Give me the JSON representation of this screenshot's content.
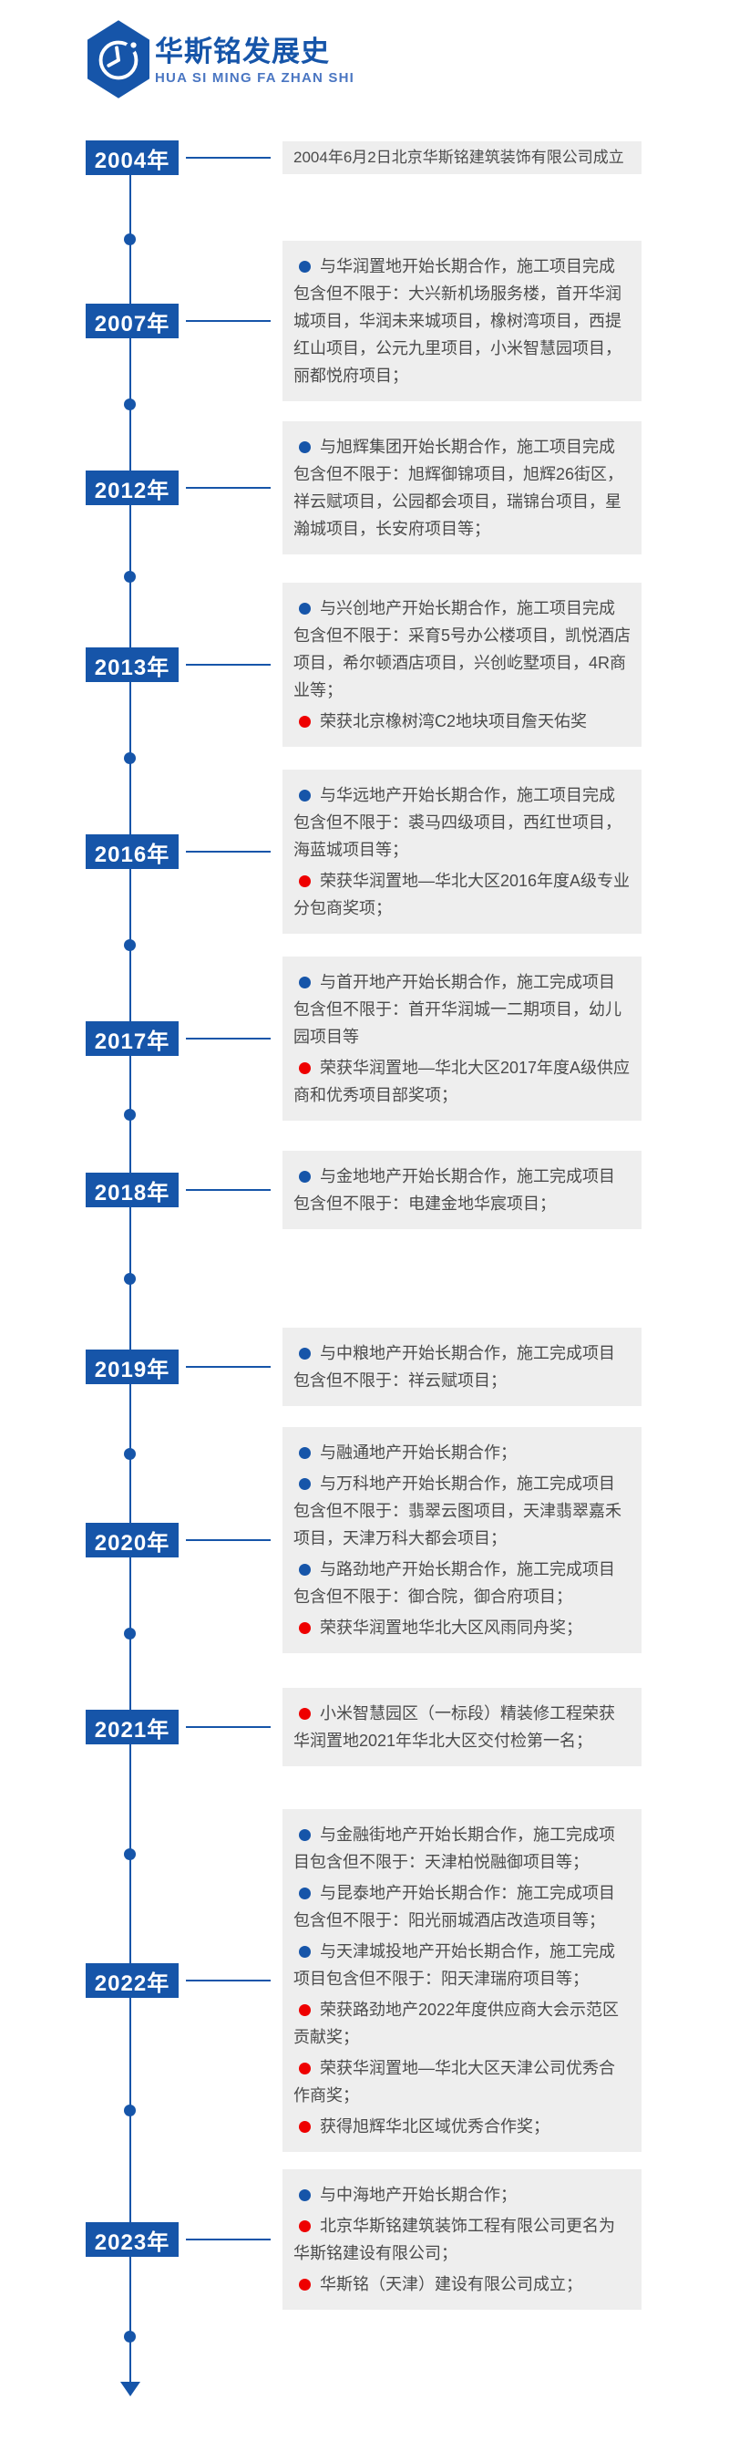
{
  "header": {
    "logo_icon": "clock-hexagon-icon",
    "title": "华斯铭发展史",
    "subtitle": "HUA SI MING FA ZHAN SHI"
  },
  "colors": {
    "primary_blue": "#1655a9",
    "accent_red": "#ee0000",
    "block_background": "#eeeeee",
    "body_text": "#4b4b4b"
  },
  "timeline": {
    "entries": [
      {
        "year": "2004年",
        "items": [
          {
            "bullet": "none",
            "text": "2004年6月2日北京华斯铭建筑装饰有限公司成立"
          }
        ]
      },
      {
        "year": "2007年",
        "items": [
          {
            "bullet": "blue",
            "text": "与华润置地开始长期合作，施工项目完成包含但不限于：大兴新机场服务楼，首开华润城项目，华润未来城项目，橡树湾项目，西提红山项目，公元九里项目，小米智慧园项目，丽都悦府项目；"
          }
        ]
      },
      {
        "year": "2012年",
        "items": [
          {
            "bullet": "blue",
            "text": "与旭辉集团开始长期合作，施工项目完成包含但不限于：旭辉御锦项目，旭辉26街区，祥云赋项目，公园都会项目，瑞锦台项目，星瀚城项目，长安府项目等；"
          }
        ]
      },
      {
        "year": "2013年",
        "items": [
          {
            "bullet": "blue",
            "text": "与兴创地产开始长期合作，施工项目完成包含但不限于：采育5号办公楼项目，凯悦酒店项目，希尔顿酒店项目，兴创屹墅项目，4R商业等；"
          },
          {
            "bullet": "red",
            "text": "荣获北京橡树湾C2地块项目詹天佑奖"
          }
        ]
      },
      {
        "year": "2016年",
        "items": [
          {
            "bullet": "blue",
            "text": "与华远地产开始长期合作，施工项目完成包含但不限于：裘马四级项目，西红世项目，海蓝城项目等；"
          },
          {
            "bullet": "red",
            "text": "荣获华润置地—华北大区2016年度A级专业分包商奖项；"
          }
        ]
      },
      {
        "year": "2017年",
        "items": [
          {
            "bullet": "blue",
            "text": "与首开地产开始长期合作，施工完成项目包含但不限于：首开华润城一二期项目，幼儿园项目等"
          },
          {
            "bullet": "red",
            "text": "荣获华润置地—华北大区2017年度A级供应商和优秀项目部奖项；"
          }
        ]
      },
      {
        "year": "2018年",
        "items": [
          {
            "bullet": "blue",
            "text": "与金地地产开始长期合作，施工完成项目包含但不限于：电建金地华宸项目；"
          }
        ]
      },
      {
        "year": "2019年",
        "items": [
          {
            "bullet": "blue",
            "text": "与中粮地产开始长期合作，施工完成项目包含但不限于：祥云赋项目；"
          }
        ]
      },
      {
        "year": "2020年",
        "items": [
          {
            "bullet": "blue",
            "text": "与融通地产开始长期合作；"
          },
          {
            "bullet": "blue",
            "text": "与万科地产开始长期合作，施工完成项目包含但不限于：翡翠云图项目，天津翡翠嘉禾项目，天津万科大都会项目；"
          },
          {
            "bullet": "blue",
            "text": "与路劲地产开始长期合作，施工完成项目包含但不限于：御合院，御合府项目；"
          },
          {
            "bullet": "red",
            "text": "荣获华润置地华北大区风雨同舟奖；"
          }
        ]
      },
      {
        "year": "2021年",
        "items": [
          {
            "bullet": "red",
            "text": "小米智慧园区（一标段）精装修工程荣获华润置地2021年华北大区交付检第一名；"
          }
        ]
      },
      {
        "year": "2022年",
        "items": [
          {
            "bullet": "blue",
            "text": "与金融街地产开始长期合作，施工完成项目包含但不限于：天津柏悦融御项目等；"
          },
          {
            "bullet": "blue",
            "text": "与昆泰地产开始长期合作：施工完成项目包含但不限于：阳光丽城酒店改造项目等；"
          },
          {
            "bullet": "blue",
            "text": "与天津城投地产开始长期合作，施工完成项目包含但不限于：阳天津瑞府项目等；"
          },
          {
            "bullet": "red",
            "text": "荣获路劲地产2022年度供应商大会示范区贡献奖；"
          },
          {
            "bullet": "red",
            "text": "荣获华润置地—华北大区天津公司优秀合作商奖；"
          },
          {
            "bullet": "red",
            "text": "获得旭辉华北区域优秀合作奖；"
          }
        ]
      },
      {
        "year": "2023年",
        "items": [
          {
            "bullet": "blue",
            "text": "与中海地产开始长期合作；"
          },
          {
            "bullet": "red",
            "text": "北京华斯铭建筑装饰工程有限公司更名为华斯铭建设有限公司；"
          },
          {
            "bullet": "red",
            "text": "华斯铭（天津）建设有限公司成立；"
          }
        ]
      }
    ]
  }
}
